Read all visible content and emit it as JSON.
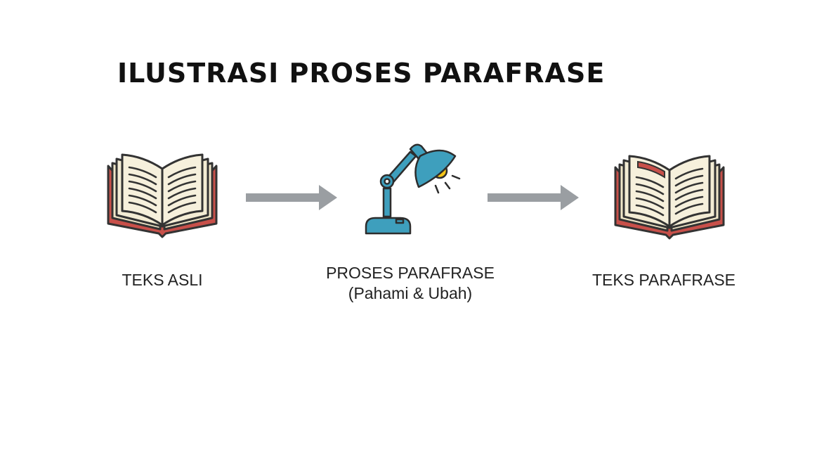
{
  "title": "ILUSTRASI PROSES PARAFRASE",
  "steps": [
    {
      "label": "TEKS ASLI",
      "icon": "open-book-icon"
    },
    {
      "label": "PROSES PARAFRASE",
      "sublabel": "(Pahami & Ubah)",
      "icon": "desk-lamp-icon"
    },
    {
      "label": "TEKS PARAFRASE",
      "icon": "open-book-highlighted-icon"
    }
  ],
  "colors": {
    "book_cover": "#c8504a",
    "book_page": "#f3ecd4",
    "book_outline": "#333333",
    "highlight": "#c8504a",
    "lamp": "#3e9fbd",
    "bulb": "#f5c518",
    "arrow": "#9a9ea2",
    "text": "#222222"
  }
}
